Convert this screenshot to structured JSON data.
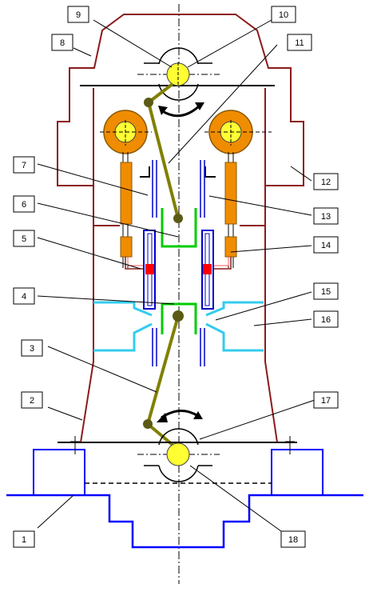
{
  "labels": {
    "l1": "1",
    "l2": "2",
    "l3": "3",
    "l4": "4",
    "l5": "5",
    "l6": "6",
    "l7": "7",
    "l8": "8",
    "l9": "9",
    "l10": "10",
    "l11": "11",
    "l12": "12",
    "l13": "13",
    "l14": "14",
    "l15": "15",
    "l16": "16",
    "l17": "17",
    "l18": "18"
  },
  "colors": {
    "frame": "#8b1a1a",
    "foundation": "#0000ff",
    "crank": "#808000",
    "crank_pin": "#5a5a14",
    "gear": "#f08c00",
    "shaft": "#ffff33",
    "cylinder": "#0000cc",
    "slider": "#00cc00",
    "valve": "#ff0000",
    "deflector": "#33ccee"
  },
  "icons": {
    "upper_rotation": "curved-double-arrow-icon",
    "lower_rotation": "curved-double-arrow-icon"
  }
}
